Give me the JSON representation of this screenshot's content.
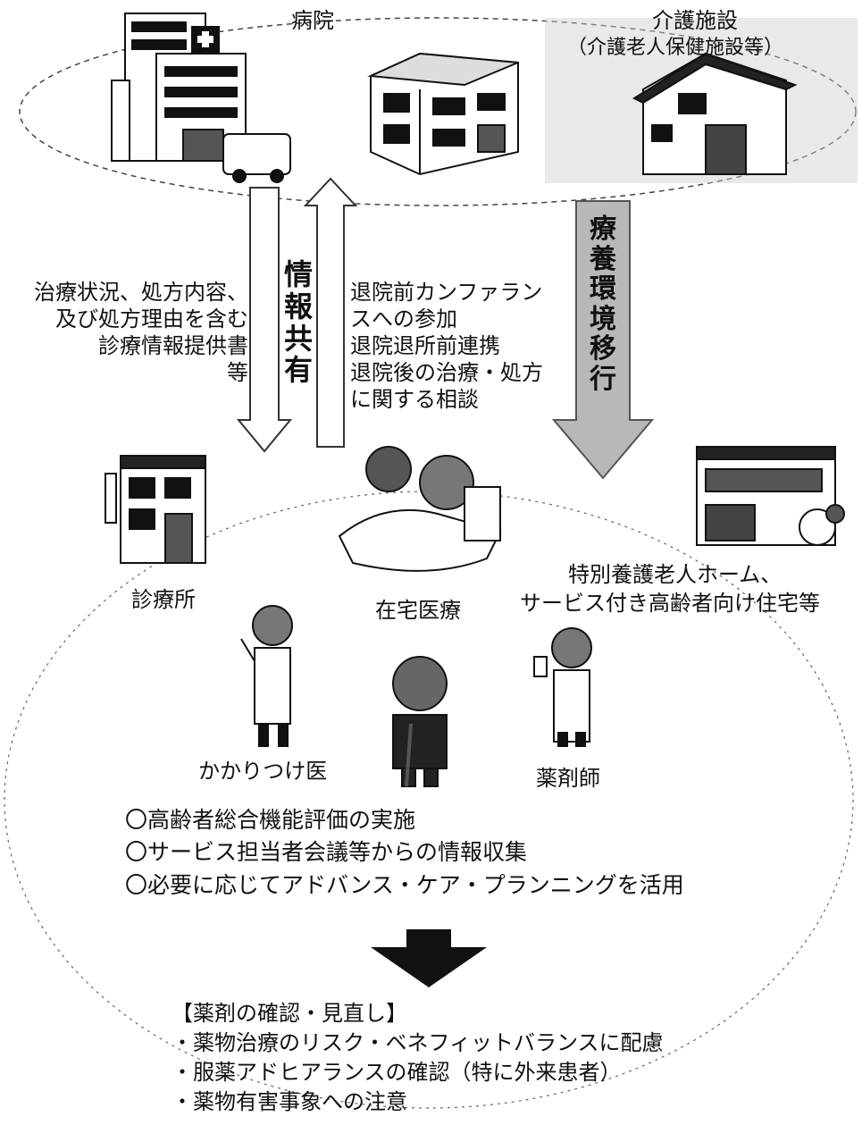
{
  "top": {
    "hospital_label": "病院",
    "care_facility_label": "介護施設",
    "care_facility_sub": "（介護老人保健施設等）"
  },
  "info_share": {
    "vertical_label": "情報共有",
    "left_lines": [
      "治療状況、処方内容、",
      "及び処方理由を含む",
      "診療情報提供書",
      "等"
    ],
    "right_lines": [
      "退院前カンファラン",
      "スへの参加",
      "退院退所前連携",
      "退院後の治療・処方",
      "に関する相談"
    ]
  },
  "transition": {
    "vertical_label": "療養環境移行"
  },
  "bottom": {
    "clinic_label": "診療所",
    "home_care_label": "在宅医療",
    "nursing_home_label_1": "特別養護老人ホーム、",
    "nursing_home_label_2": "サービス付き高齢者向け住宅等",
    "doctor_label": "かかりつけ医",
    "pharmacist_label": "薬剤師",
    "assessment_items": [
      "〇高齢者総合機能評価の実施",
      "〇サービス担当者会議等からの情報収集",
      "〇必要に応じてアドバンス・ケア・プランニングを活用"
    ],
    "review_title": "【薬剤の確認・見直し】",
    "review_items": [
      "・薬物治療のリスク・ベネフィットバランスに配慮",
      "・服薬アドヒアランスの確認（特に外来患者）",
      "・薬物有害事象への注意"
    ]
  }
}
